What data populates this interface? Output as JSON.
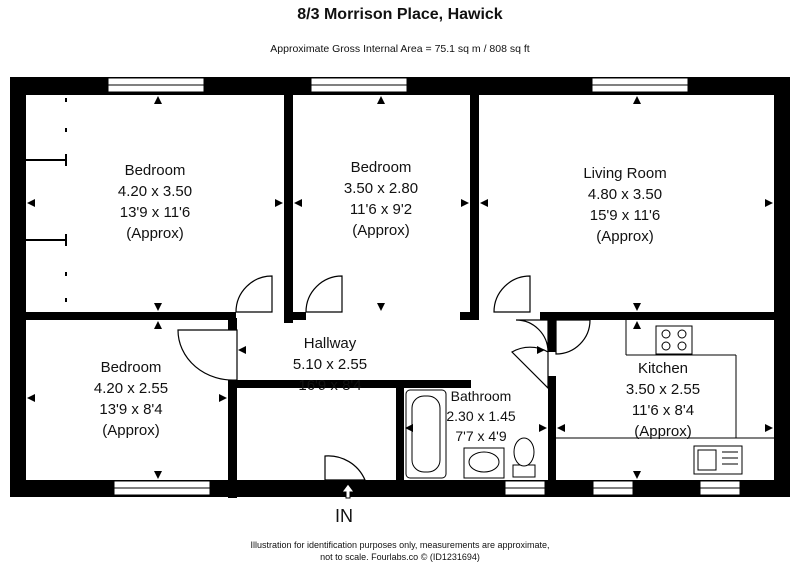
{
  "header": {
    "title": "8/3 Morrison Place, Hawick",
    "area": "Approximate Gross Internal Area = 75.1 sq m / 808 sq ft"
  },
  "rooms": [
    {
      "name": "Bedroom",
      "metric": "4.20 x 3.50",
      "imperial": "13'9 x 11'6",
      "note": "(Approx)"
    },
    {
      "name": "Bedroom",
      "metric": "3.50 x 2.80",
      "imperial": "11'6 x 9'2",
      "note": "(Approx)"
    },
    {
      "name": "Living Room",
      "metric": "4.80 x 3.50",
      "imperial": "15'9 x 11'6",
      "note": "(Approx)"
    },
    {
      "name": "Bedroom",
      "metric": "4.20 x 2.55",
      "imperial": "13'9 x 8'4",
      "note": "(Approx)"
    },
    {
      "name": "Hallway",
      "metric": "5.10 x 2.55",
      "imperial": "16'9 x 8'4",
      "note": ""
    },
    {
      "name": "Bathroom",
      "metric": "2.30 x 1.45",
      "imperial": "7'7 x 4'9",
      "note": ""
    },
    {
      "name": "Kitchen",
      "metric": "3.50 x 2.55",
      "imperial": "11'6 x 8'4",
      "note": "(Approx)"
    }
  ],
  "entrance": "IN",
  "footer": {
    "line1": "Illustration for identification purposes only, measurements are approximate,",
    "line2": "not to scale. Fourlabs.co © (ID1231694)"
  },
  "colors": {
    "wall": "#000000",
    "background": "#ffffff"
  }
}
